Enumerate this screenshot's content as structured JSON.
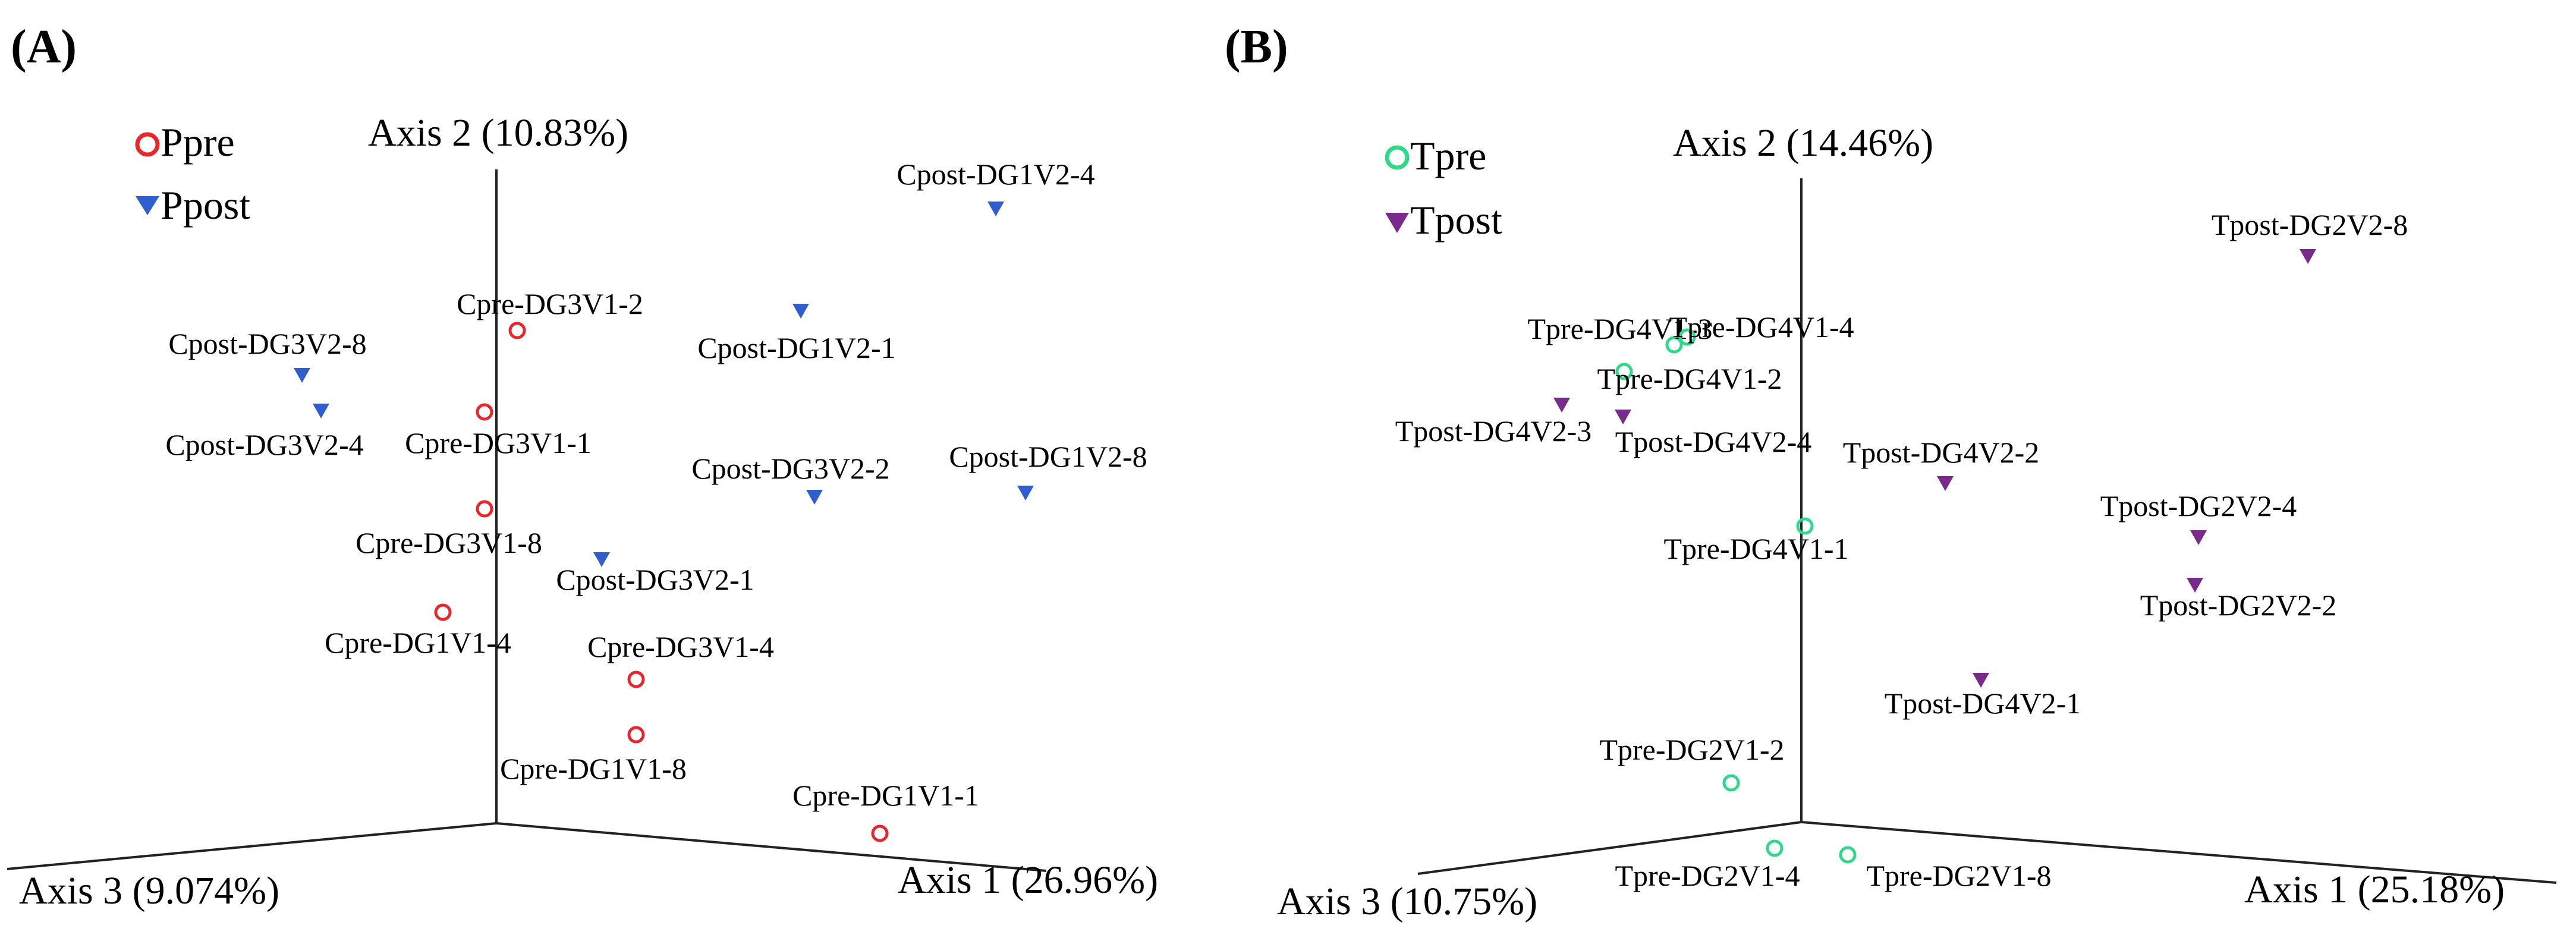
{
  "panels": [
    {
      "id": "A",
      "panel_label": "(A)",
      "legend": [
        {
          "label": "Ppre",
          "marker": "circle",
          "color": "#e8262b"
        },
        {
          "label": "Ppost",
          "marker": "triangle-down",
          "color": "#2f5fcf"
        }
      ],
      "axes": {
        "axis1": "Axis 1 (26.96%)",
        "axis2": "Axis 2 (10.83%)",
        "axis3": "Axis 3 (9.074%)"
      }
    },
    {
      "id": "B",
      "panel_label": "(B)",
      "legend": [
        {
          "label": "Tpre",
          "marker": "circle",
          "color": "#2fd98a"
        },
        {
          "label": "Tpost",
          "marker": "triangle-down",
          "color": "#7a2a8a"
        }
      ],
      "axes": {
        "axis1": "Axis 1 (25.18%)",
        "axis2": "Axis 2 (14.46%)",
        "axis3": "Axis 3 (10.75%)"
      }
    }
  ],
  "chart_data": [
    {
      "type": "scatter",
      "projection": "3D PCoA",
      "xlabel": "Axis 1 (26.96%)",
      "ylabel": "Axis 2 (10.83%)",
      "zlabel": "Axis 3 (9.074%)",
      "grid": false,
      "legend_position": "top-left",
      "series": [
        {
          "name": "Ppre",
          "points": [
            {
              "label": "Cpre-DG3V1-2"
            },
            {
              "label": "Cpre-DG3V1-1"
            },
            {
              "label": "Cpre-DG3V1-8"
            },
            {
              "label": "Cpre-DG1V1-4"
            },
            {
              "label": "Cpre-DG3V1-4"
            },
            {
              "label": "Cpre-DG1V1-8"
            },
            {
              "label": "Cpre-DG1V1-1"
            }
          ]
        },
        {
          "name": "Ppost",
          "points": [
            {
              "label": "Cpost-DG1V2-4"
            },
            {
              "label": "Cpost-DG1V2-1"
            },
            {
              "label": "Cpost-DG3V2-8"
            },
            {
              "label": "Cpost-DG3V2-4"
            },
            {
              "label": "Cpost-DG3V2-2"
            },
            {
              "label": "Cpost-DG1V2-8"
            },
            {
              "label": "Cpost-DG3V2-1"
            }
          ]
        }
      ]
    },
    {
      "type": "scatter",
      "projection": "3D PCoA",
      "xlabel": "Axis 1 (25.18%)",
      "ylabel": "Axis 2 (14.46%)",
      "zlabel": "Axis 3 (10.75%)",
      "grid": false,
      "legend_position": "top-left",
      "series": [
        {
          "name": "Tpre",
          "points": [
            {
              "label": "Tpre-DG4V1-3"
            },
            {
              "label": "Tpre-DG4V1-4"
            },
            {
              "label": "Tpre-DG4V1-2"
            },
            {
              "label": "Tpre-DG4V1-1"
            },
            {
              "label": "Tpre-DG2V1-2"
            },
            {
              "label": "Tpre-DG2V1-4"
            },
            {
              "label": "Tpre-DG2V1-8"
            }
          ]
        },
        {
          "name": "Tpost",
          "points": [
            {
              "label": "Tpost-DG2V2-8"
            },
            {
              "label": "Tpost-DG4V2-3"
            },
            {
              "label": "Tpost-DG4V2-4"
            },
            {
              "label": "Tpost-DG4V2-2"
            },
            {
              "label": "Tpost-DG2V2-4"
            },
            {
              "label": "Tpost-DG2V2-2"
            },
            {
              "label": "Tpost-DG4V2-1"
            }
          ]
        }
      ]
    }
  ]
}
